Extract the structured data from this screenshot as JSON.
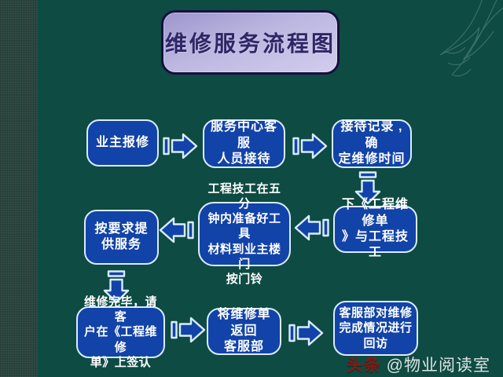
{
  "title": {
    "text": "维修服务流程图"
  },
  "flow": {
    "steps": [
      {
        "id": 1,
        "label": "业主报修"
      },
      {
        "id": 2,
        "label": "服务中心客服\n人员接待"
      },
      {
        "id": 3,
        "label": "接待记录 ,确\n定维修时间"
      },
      {
        "id": 4,
        "label": "下《工程维修单\n》与工程技工"
      },
      {
        "id": 5,
        "label": "工程技工在五分\n钟内准备好工具\n材料到业主楼门\n按门铃"
      },
      {
        "id": 6,
        "label": "按要求提\n供服务"
      },
      {
        "id": 7,
        "label": "维修完毕，请客\n户在《工程维修\n单》上签认"
      },
      {
        "id": 8,
        "label": "将维修单返回\n客服部"
      },
      {
        "id": 9,
        "label": "客服部对维修\n完成情况进行\n回访"
      }
    ],
    "connections": [
      [
        1,
        2
      ],
      [
        2,
        3
      ],
      [
        3,
        4
      ],
      [
        4,
        5
      ],
      [
        5,
        6
      ],
      [
        6,
        7
      ],
      [
        7,
        8
      ],
      [
        8,
        9
      ]
    ]
  },
  "watermark": {
    "brand": "头条",
    "account": "@物业阅读室"
  },
  "colors": {
    "background": "#0e4b43",
    "left_strip": "#2b463e",
    "node_fill": "#1243a8",
    "node_border": "#d9edfb",
    "node_text": "#ffffff",
    "arrow_fill": "#1243a8",
    "title_fill_top": "#9d95cd",
    "title_fill_bottom": "#d2cded",
    "title_border": "#151040",
    "title_text": "#2f2666",
    "watermark_brand_red": "#8a1810",
    "watermark_text": "#dde3e1"
  }
}
